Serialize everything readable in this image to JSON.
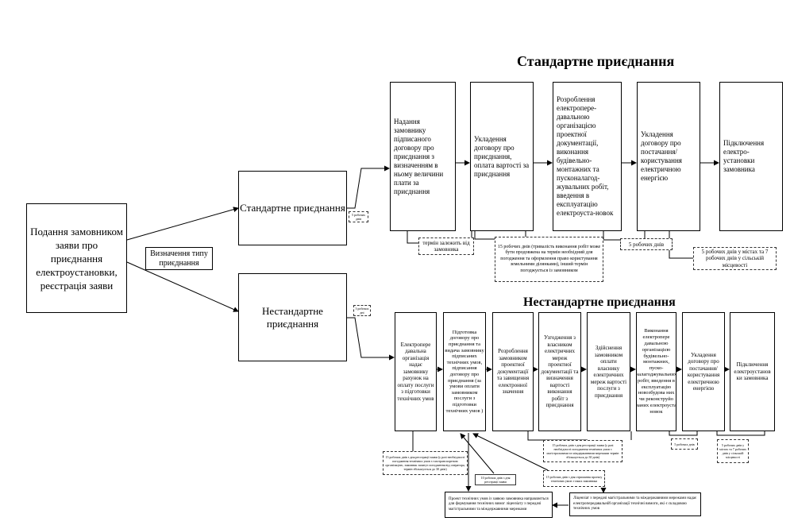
{
  "titles": {
    "standard": "Стандартне  приєднання",
    "nonstandard": "Нестандартне приєднання"
  },
  "left": {
    "main": "Подання замовником заяви про приєднання електроустановки, реєстрація заяви",
    "type": "Визначення типу приєднання",
    "standard": "Стандартне приєднання",
    "nonstandard": "Нестандартне приєднання"
  },
  "small_notes": {
    "std": "5 робочих днів",
    "nonstd": "3 робочих дні"
  },
  "standard_steps": [
    "Надання замовнику підписаного договору про приєднання з визначенням в ньому величини плати за приєднання",
    "Укладення договору про приєднання, оплата вартості за приєднання",
    "Розроблення електропере-давальною організацією проектної документації, виконання будівельно-монтажних та пусконалагод-жувальних робіт, введення в експлуатацію електроуста-новок",
    "Укладення договору про постачання/ користування електричною енергією",
    "Підключення електро-установки замовника"
  ],
  "standard_notes": {
    "term": "термін залежить від замовника",
    "fifteen": "15 робочих днів (тривалість виконання робіт може бути продовжена на термін необхідний для погодження та оформлення право користування земельними ділянками), інший термін погоджується із замовником",
    "five": "5 робочих днів",
    "city": "5 робочих днів у містах та 7 робочих днів у сільській місцевості"
  },
  "nonstandard_steps": [
    "Електропере давальна організація надає замовнику рахунок на оплату послуги з підготовки технічних умов",
    "Підготовка договору про приєднання та видача замовнику підписаних технічних умов, підписання договору про приєднання (за умови оплати замовником послуги з підготовки технічних умов )",
    "Розроблення замовником проектної документації та завищення електронної значення",
    "Узгодження з власником електричних мереж проектної документації та визначення вартості виконання робіт з приєднання",
    "Здійснення замовником оплати власнику електричних мереж вартості послуги з приєднання",
    "Виконання електропере давальною організацією будівельно-монтажних, пуско-налагоджувальних робіт, введення в експлуатацію новозбудова них чи реконструйо ваних електроуста новок",
    "Укладення договору про постачання/ користування електричною енергією",
    "Підключення електроустанов ки замовника"
  ],
  "nonstandard_notes": {
    "n1": "15 робочих днів з дня реєстрації заяви (у разі необхідності погодження технічних умов з газотранспортною організацією, замовник запитує погодження від оператора, термін збільшується до 30 днів)",
    "n2": "15 робочих днів з дня реєстрації заяви (у разі необхідності погодження технічних умов з магістральними та міждержавними мережами термін збільшується до 30 днів)",
    "n3": "10 робочих днів з дня реєстрації заяви",
    "n4": "15 робочих днів з дня отримання проекту технічних умов з таких замовника",
    "n5": "5 робочих днів",
    "n6": "5 робочих днів у містах та 7 робочих днів у сільській місцевості"
  },
  "bottom_notes": {
    "project": "Проект технічних умов із заявою замовника направляється для формування технічних вимог ліцензіату з передачі магістральними та міждержавними мережами",
    "license": "Ліцензіат з передачі магістральними та міждержавними мережами надає електропередавальній організації технічні вимоги, які є складовою технічних умов"
  }
}
